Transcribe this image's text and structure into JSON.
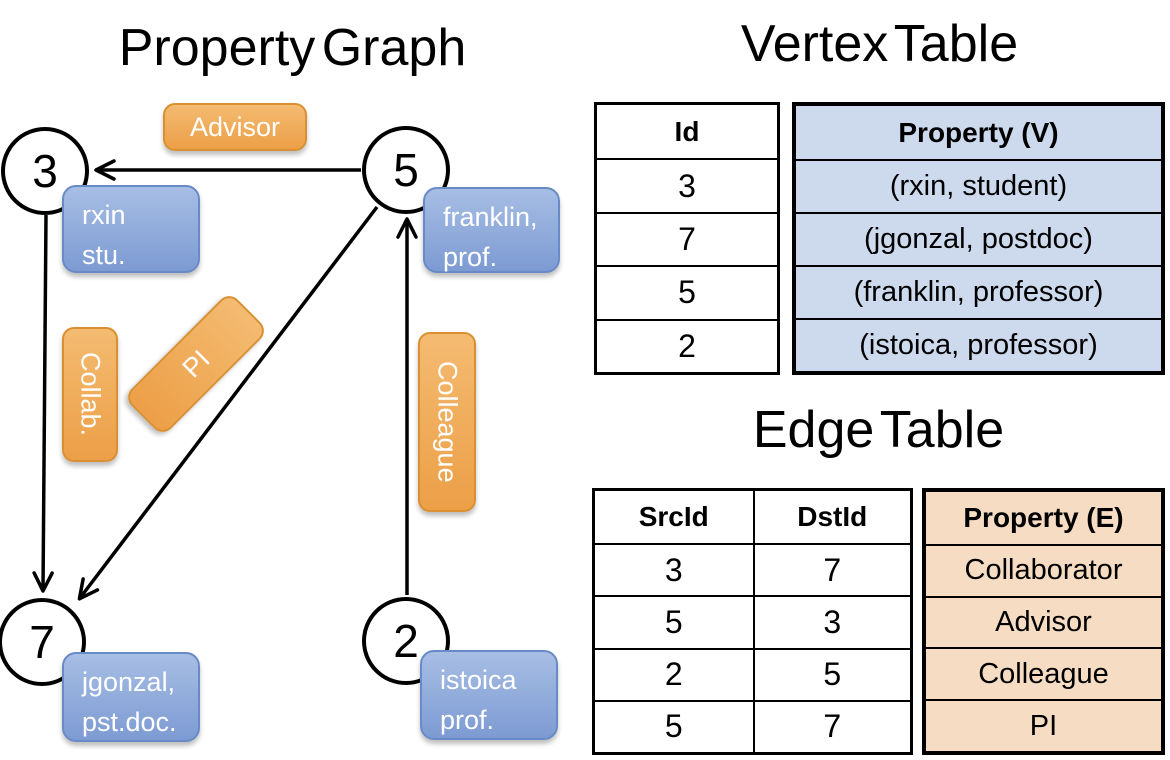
{
  "graph": {
    "title": "Property Graph",
    "nodes": [
      {
        "id": "3",
        "label_lines": [
          "rxin",
          "stu."
        ]
      },
      {
        "id": "5",
        "label_lines": [
          "franklin,",
          "prof."
        ]
      },
      {
        "id": "7",
        "label_lines": [
          "jgonzal,",
          "pst.doc."
        ]
      },
      {
        "id": "2",
        "label_lines": [
          "istoica",
          "prof."
        ]
      }
    ],
    "edges": [
      {
        "src": "5",
        "dst": "3",
        "label": "Advisor"
      },
      {
        "src": "3",
        "dst": "7",
        "label": "Collab."
      },
      {
        "src": "5",
        "dst": "7",
        "label": "PI"
      },
      {
        "src": "2",
        "dst": "5",
        "label": "Colleague"
      }
    ]
  },
  "vertex_table": {
    "title": "Vertex Table",
    "columns": [
      "Id",
      "Property (V)"
    ],
    "rows": [
      [
        "3",
        "(rxin, student)"
      ],
      [
        "7",
        "(jgonzal, postdoc)"
      ],
      [
        "5",
        "(franklin, professor)"
      ],
      [
        "2",
        "(istoica, professor)"
      ]
    ]
  },
  "edge_table": {
    "title": "Edge Table",
    "columns": [
      "SrcId",
      "DstId",
      "Property (E)"
    ],
    "rows": [
      [
        "3",
        "7",
        "Collaborator"
      ],
      [
        "5",
        "3",
        "Advisor"
      ],
      [
        "2",
        "5",
        "Colleague"
      ],
      [
        "5",
        "7",
        "PI"
      ]
    ]
  },
  "colors": {
    "orange_top": "#f4bb71",
    "orange_bottom": "#ec9f47",
    "orange_border": "#d89032",
    "blue_top": "#a7bee4",
    "blue_bottom": "#7d9bd3",
    "blue_border": "#688bc7",
    "vertex_cell_bg": "#cdd9ed",
    "edge_cell_bg": "#f6dcc2",
    "line_color": "#000000",
    "text_dark": "#111111",
    "label_text": "#ffffff"
  }
}
